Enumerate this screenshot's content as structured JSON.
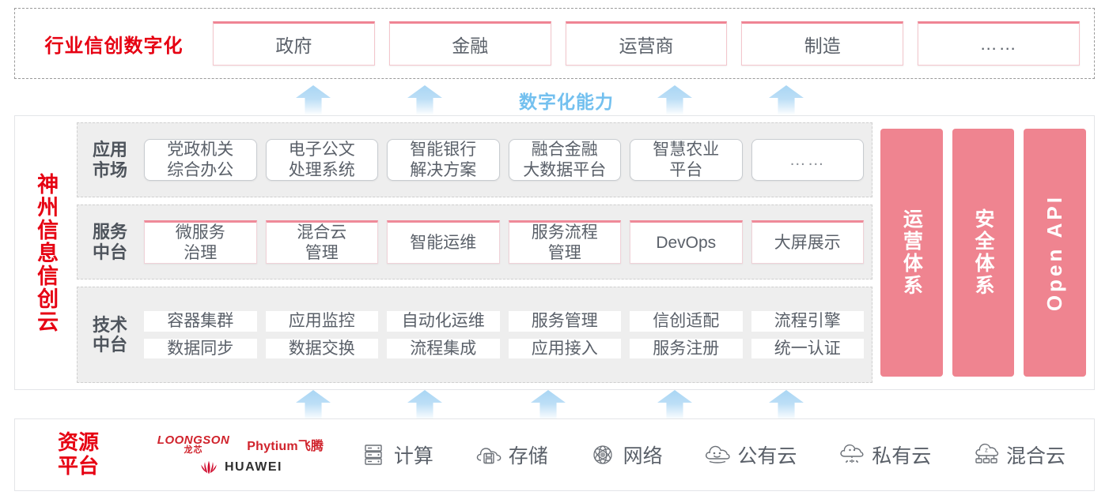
{
  "industry": {
    "title": "行业信创数字化",
    "cards": [
      "政府",
      "金融",
      "运营商",
      "制造",
      "……"
    ]
  },
  "capability": {
    "label": "数字化能力"
  },
  "cloud": {
    "title": "神州信息信创云",
    "layers": [
      {
        "label": "应用\n市场",
        "label_line1": "应用",
        "label_line2": "市场",
        "cells": [
          "党政机关\n综合办公",
          "电子公文\n处理系统",
          "智能银行\n解决方案",
          "融合金融\n大数据平台",
          "智慧农业\n平台",
          "……"
        ],
        "cell_lines": [
          [
            "党政机关",
            "综合办公"
          ],
          [
            "电子公文",
            "处理系统"
          ],
          [
            "智能银行",
            "解决方案"
          ],
          [
            "融合金融",
            "大数据平台"
          ],
          [
            "智慧农业",
            "平台"
          ],
          [
            "……",
            ""
          ]
        ]
      },
      {
        "label_line1": "服务",
        "label_line2": "中台",
        "cell_lines": [
          [
            "微服务",
            "治理"
          ],
          [
            "混合云",
            "管理"
          ],
          [
            "智能运维",
            ""
          ],
          [
            "服务流程",
            "管理"
          ],
          [
            "DevOps",
            ""
          ],
          [
            "大屏展示",
            ""
          ]
        ]
      },
      {
        "label_line1": "技术",
        "label_line2": "中台",
        "row1": [
          "容器集群",
          "应用监控",
          "自动化运维",
          "服务管理",
          "信创适配",
          "流程引擎"
        ],
        "row2": [
          "数据同步",
          "数据交换",
          "流程集成",
          "应用接入",
          "服务注册",
          "统一认证"
        ]
      }
    ],
    "pillars": [
      {
        "label": "运营体系",
        "lang": "cn"
      },
      {
        "label": "安全体系",
        "lang": "cn"
      },
      {
        "label": "Open API",
        "lang": "en"
      }
    ]
  },
  "resource": {
    "title_line1": "资源",
    "title_line2": "平台",
    "vendors": {
      "loongson_en": "LOONGSON",
      "loongson_cn": "龙芯",
      "phytium": "Phytium飞腾",
      "huawei": "HUAWEI"
    },
    "items": [
      {
        "icon": "server-icon",
        "label": "计算"
      },
      {
        "icon": "cloud-storage-icon",
        "label": "存储"
      },
      {
        "icon": "network-icon",
        "label": "网络"
      },
      {
        "icon": "public-cloud-icon",
        "label": "公有云"
      },
      {
        "icon": "private-cloud-icon",
        "label": "私有云"
      },
      {
        "icon": "hybrid-cloud-icon",
        "label": "混合云"
      }
    ]
  },
  "colors": {
    "brand_red": "#e60012",
    "accent_pink": "#ef8490",
    "arrow_blue": "#bcdef6",
    "capability_blue": "#73c0ef",
    "panel_gray": "#eeeeee"
  }
}
